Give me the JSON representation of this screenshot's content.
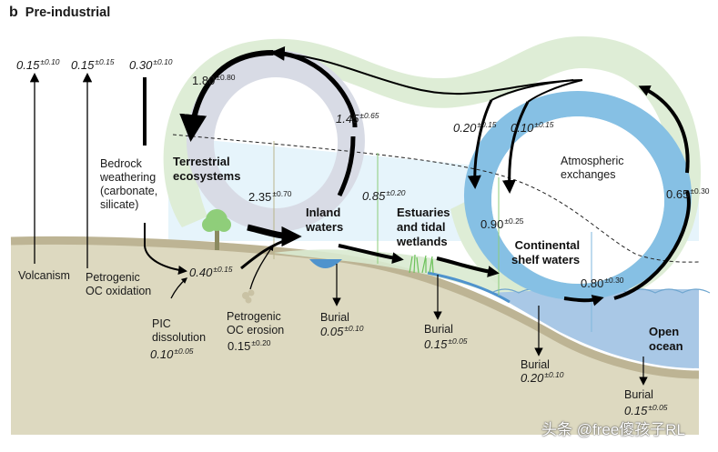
{
  "panel_letter": "b",
  "title": "Pre-industrial",
  "colors": {
    "land": "#ddd9c0",
    "land_edge": "#bdb494",
    "sky_water": "#e6f4fb",
    "terrestrial_ring": "#d8dbe5",
    "ocean_ring": "#86c0e4",
    "atmosphere_band": "#deedd6",
    "open_ocean": "#a9c8e6",
    "inland_water": "#4f93cd",
    "arrow": "#000000"
  },
  "regions": {
    "terrestrial": "Terrestrial\necosystems",
    "inland": "Inland\nwaters",
    "estuaries": "Estuaries\nand tidal\nwetlands",
    "shelf": "Continental\nshelf waters",
    "open_ocean": "Open\nocean",
    "atmosphere": "Atmospheric\nexchanges"
  },
  "sources": {
    "volcanism": {
      "label": "Volcanism",
      "value": "0.15",
      "unc": "±0.10"
    },
    "petro_oxidation": {
      "label": "Petrogenic\nOC oxidation",
      "value": "0.15",
      "unc": "±0.15"
    },
    "bedrock": {
      "label": "Bedrock\nweathering\n(carbonate,\nsilicate)",
      "value": "0.30",
      "unc": "±0.10"
    },
    "pic": {
      "label": "PIC\ndissolution",
      "value": "0.10",
      "unc": "±0.05"
    },
    "petro_erosion": {
      "label": "Petrogenic\nOC erosion",
      "value": "0.15",
      "unc": "±0.20"
    },
    "soil_export": {
      "value": "0.40",
      "unc": "±0.15"
    }
  },
  "fluxes": {
    "npp_uptake": {
      "value": "1.80",
      "unc": "±0.80"
    },
    "terrestrial_return": {
      "value": "1.45",
      "unc": "±0.65"
    },
    "terr_to_inland": {
      "value": "2.35",
      "unc": "±0.70"
    },
    "inland_to_estuary": {
      "value": "0.85",
      "unc": "±0.20"
    },
    "estuary_outgas": {
      "value": "0.20",
      "unc": "±0.15"
    },
    "shelf_outgas": {
      "value": "0.10",
      "unc": "±0.15"
    },
    "estuary_to_shelf": {
      "value": "0.90",
      "unc": "±0.25"
    },
    "shelf_to_ocean": {
      "value": "0.80",
      "unc": "±0.30"
    },
    "ocean_uptake": {
      "value": "0.65",
      "unc": "±0.30"
    }
  },
  "burials": {
    "label": "Burial",
    "inland": {
      "value": "0.05",
      "unc": "±0.10"
    },
    "estuary": {
      "value": "0.15",
      "unc": "±0.05"
    },
    "shelf": {
      "value": "0.20",
      "unc": "±0.10"
    },
    "ocean": {
      "value": "0.15",
      "unc": "±0.05"
    }
  },
  "watermark": "头条 @free傻孩子RL"
}
